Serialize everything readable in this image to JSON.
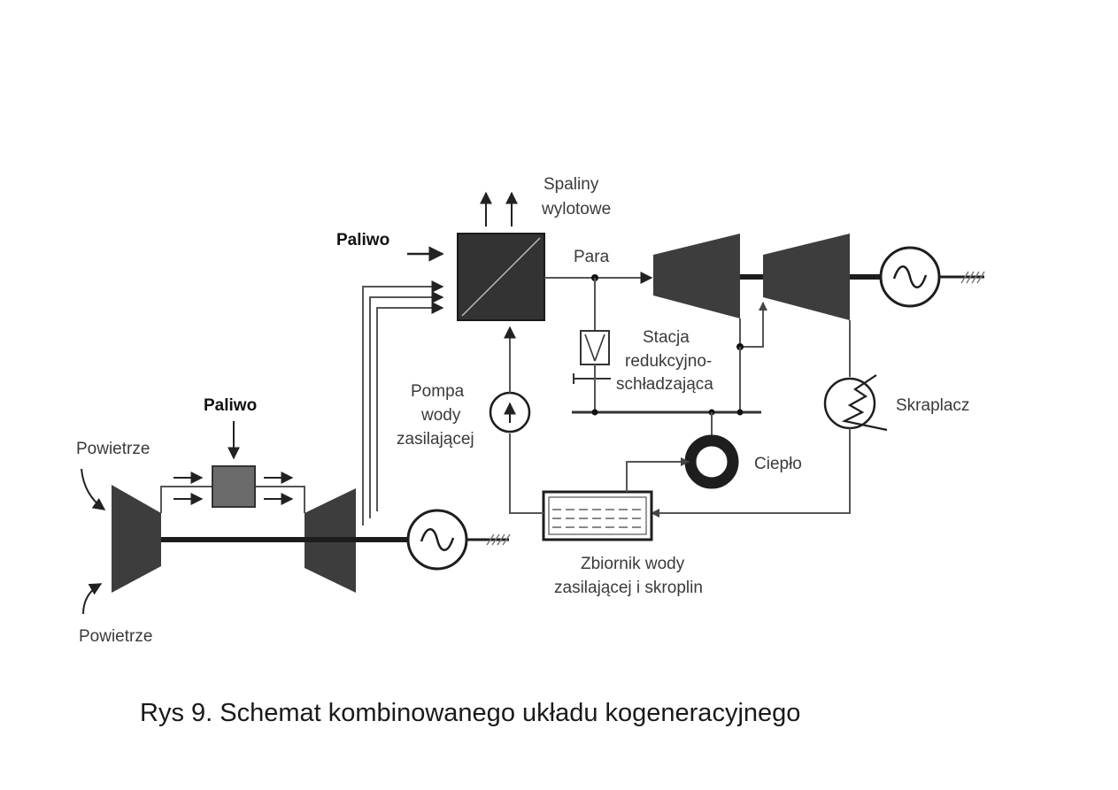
{
  "labels": {
    "powietrze_top": "Powietrze",
    "powietrze_bottom": "Powietrze",
    "paliwo_combustor": "Paliwo",
    "paliwo_boiler": "Paliwo",
    "spaliny_line1": "Spaliny",
    "spaliny_line2": "wylotowe",
    "para": "Para",
    "stacja_line1": "Stacja",
    "stacja_line2": "redukcyjno-",
    "stacja_line3": "schładzająca",
    "pompa_line1": "Pompa",
    "pompa_line2": "wody",
    "pompa_line3": "zasilającej",
    "skraplacz": "Skraplacz",
    "cieplo": "Ciepło",
    "zbiornik_line1": "Zbiornik wody",
    "zbiornik_line2": "zasilającej i skroplin"
  },
  "caption": "Rys 9. Schemat kombinowanego układu kogeneracyjnego",
  "colors": {
    "equipment_fill": "#3d3d3d",
    "combustor_fill": "#6b6b6b",
    "pipe_stroke": "#555555",
    "background": "#ffffff"
  },
  "icons": {
    "generator": "sine-wave-generator-icon",
    "ground": "ground-hatch-icon",
    "pump": "pump-arrow-icon",
    "condenser": "condenser-coil-icon",
    "heat_consumer": "heat-ring-icon"
  }
}
